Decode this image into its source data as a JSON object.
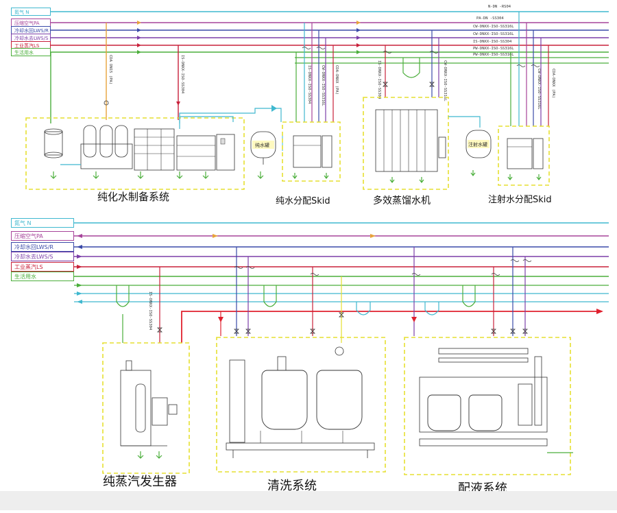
{
  "colors": {
    "nitrogen": "#3fb8cf",
    "compressed_air": "#a6449a",
    "cooling_return": "#3a4aa8",
    "cooling_supply": "#7b3ea8",
    "industrial_steam": "#c8203a",
    "domestic_water": "#4aae3a",
    "pure_water_orange": "#e8a23a",
    "red_main": "#e0202e",
    "skid_border": "#e6df30"
  },
  "top_section": {
    "utility_tags": [
      {
        "label": "氮气  N",
        "color_key": "nitrogen"
      },
      {
        "label": "压缩空气PA",
        "color_key": "compressed_air"
      },
      {
        "label": "冷却水回LWS/R",
        "color_key": "cooling_return"
      },
      {
        "label": "冷却水去LWS/S",
        "color_key": "cooling_supply"
      },
      {
        "label": "工业蒸汽LS",
        "color_key": "industrial_steam"
      },
      {
        "label": "生活用水",
        "color_key": "domestic_water"
      }
    ],
    "pipe_codes_right": [
      "N-DN -RS04",
      "PA-DN -SS304",
      "CW-DNXX-ISO-SS316L",
      "CW-DNXX-ISO-SS316L",
      "IS-DNXX-ISO-SS304",
      "PW-DNXX-ISO-SS316L",
      "PW-DNXX-ISO-SS316L"
    ],
    "vertical_codes": [
      "CDA DN15 (PA)",
      "IS-DNXX-ISO-SS304",
      "IS-DNXX-ISO-SS304",
      "CW-DNXX-ISO-SS316L",
      "CDA-DNXX (PA)",
      "IS-DNXX-ISO-SS304",
      "CW-DNXX-ISO-SS316L",
      "CW-DNXX-ISO-SS316L",
      "CDA-DNXX (PA)"
    ],
    "system_labels": [
      "纯化水制备系统",
      "纯水分配Skid",
      "多效蒸馏水机",
      "注射水分配Skid"
    ],
    "tank_labels": [
      "纯水罐",
      "注射水罐"
    ]
  },
  "bottom_section": {
    "utility_tags": [
      {
        "label": "氮气  N",
        "color_key": "nitrogen"
      },
      {
        "label": "压缩空气PA",
        "color_key": "compressed_air"
      },
      {
        "label": "冷却水回LWS/R",
        "color_key": "cooling_return"
      },
      {
        "label": "冷却水去LWS/S",
        "color_key": "cooling_supply"
      },
      {
        "label": "工业蒸汽LS",
        "color_key": "industrial_steam"
      },
      {
        "label": "生活用水",
        "color_key": "domestic_water"
      }
    ],
    "vertical_codes": [
      "IS-DNXX-ISO-SS304"
    ],
    "system_labels": [
      "纯蒸汽发生器",
      "清洗系统",
      "配液系统"
    ]
  }
}
